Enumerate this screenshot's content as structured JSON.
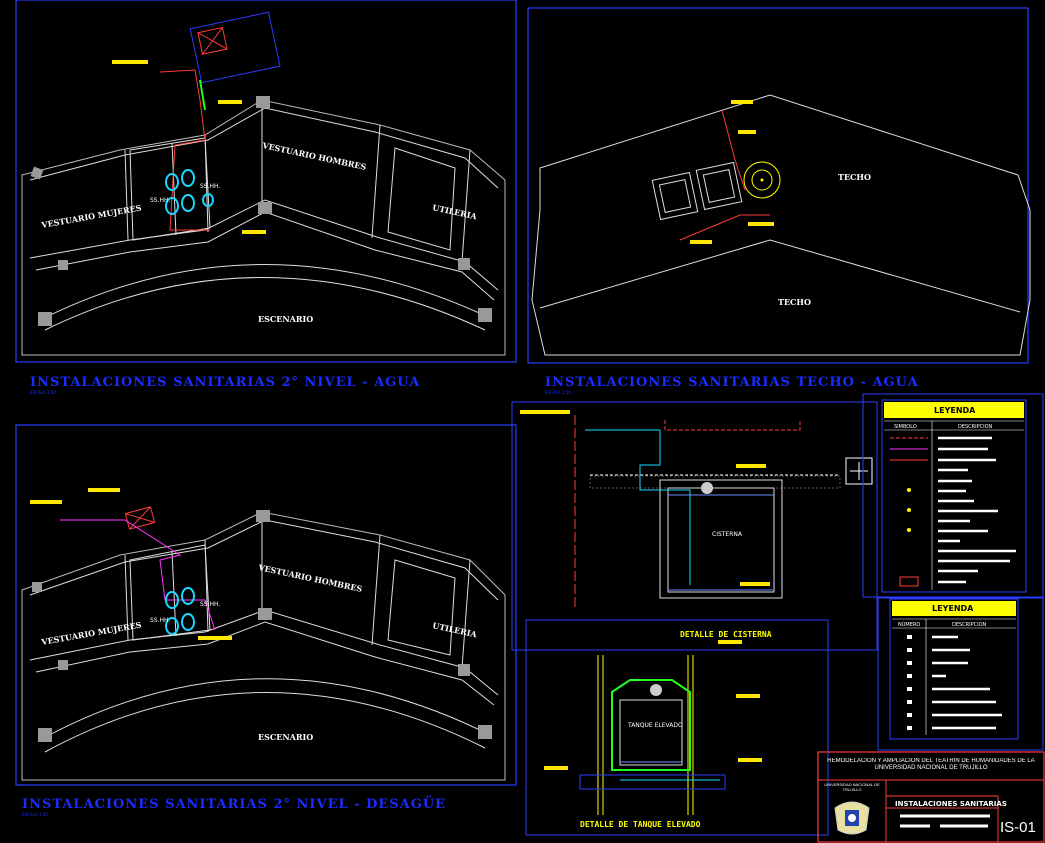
{
  "panels": {
    "top_left": {
      "title": "INSTALACIONES SANITARIAS 2° NIVEL - AGUA",
      "scale": "ESCALA 1:50",
      "rooms": [
        "VESTUARIO MUJERES",
        "VESTUARIO HOMBRES",
        "UTILERIA",
        "ESCENARIO",
        "SS.HH.",
        "SS.HH."
      ]
    },
    "top_right": {
      "title": "INSTALACIONES SANITARIAS TECHO - AGUA",
      "scale": "ESCALA 1:50",
      "rooms": [
        "TECHO",
        "TECHO"
      ]
    },
    "bottom_left": {
      "title": "INSTALACIONES SANITARIAS 2° NIVEL - DESAGÜE",
      "scale": "ESCALA 1:50",
      "rooms": [
        "VESTUARIO MUJERES",
        "VESTUARIO HOMBRES",
        "UTILERIA",
        "ESCENARIO",
        "SS.HH.",
        "SS.HH."
      ]
    }
  },
  "details": {
    "cisterna_label": "CISTERNA",
    "cisterna_title": "DETALLE DE CISTERNA",
    "tanque_label": "TANQUE ELEVADO",
    "tanque_title": "DETALLE DE TANQUE ELEVADO"
  },
  "legend_agua": {
    "title": "LEYENDA",
    "col_symbol": "SIMBOLO",
    "col_desc": "DESCRIPCION"
  },
  "legend_desague": {
    "title": "LEYENDA",
    "col_num": "NÚMERO",
    "col_desc": "DESCRIPCION"
  },
  "title_block": {
    "project": "REMODELACION Y AMPLIACION DEL TEATRIN DE HUMANIDADES DE LA UNIVERSIDAD NACIONAL DE TRUJILLO",
    "university": "UNIVERSIDAD NACIONAL DE TRUJILLO",
    "sheet_name": "INSTALACIONES SANITARIAS",
    "sheet_code": "IS-01"
  },
  "colors": {
    "frame": "#2b3cff",
    "wall": "#ffffff",
    "water": "#ff3b3b",
    "drain": "#ff33ff",
    "fixture": "#19d7ff",
    "tag": "#ffe600",
    "legend_title": "#ffff00"
  }
}
